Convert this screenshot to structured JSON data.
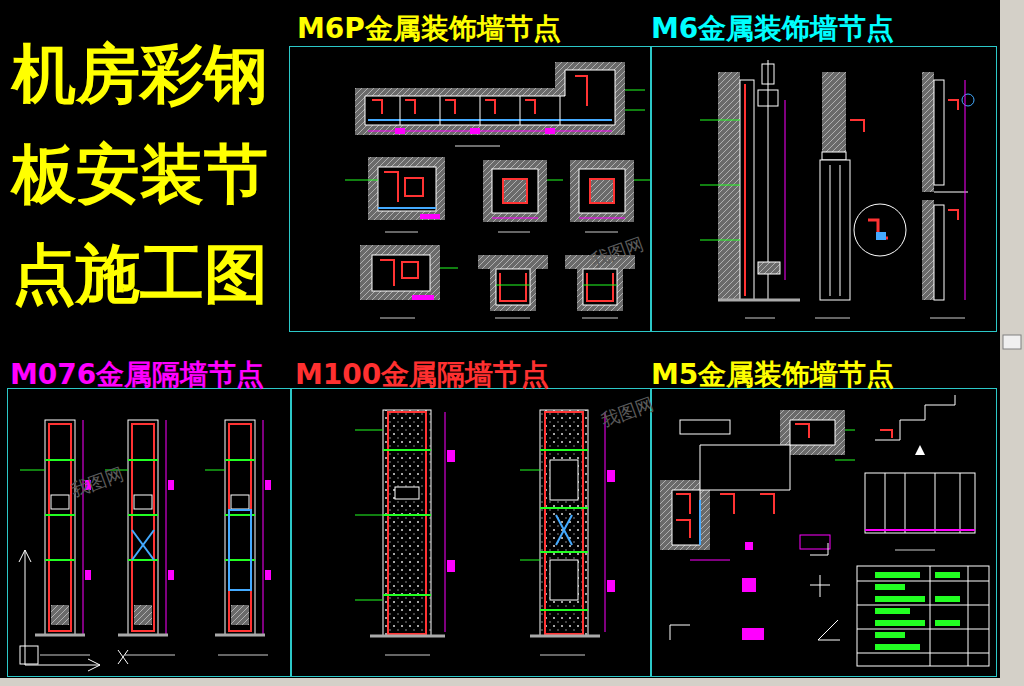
{
  "diagram": {
    "title": "机房彩钢板安装节点施工图",
    "nodes": [
      {
        "text": [
          "M6P金属装饰墙节点"
        ]
      },
      {
        "text": [
          "M6金属装饰墙节点"
        ]
      },
      {
        "text": [
          "M076金属隔墙节点"
        ]
      },
      {
        "text": [
          "M100金属隔墙节点"
        ]
      },
      {
        "text": [
          "M5金属装饰墙节点"
        ]
      }
    ],
    "labels": [
      "我图网",
      "我图网",
      "我图网"
    ]
  }
}
